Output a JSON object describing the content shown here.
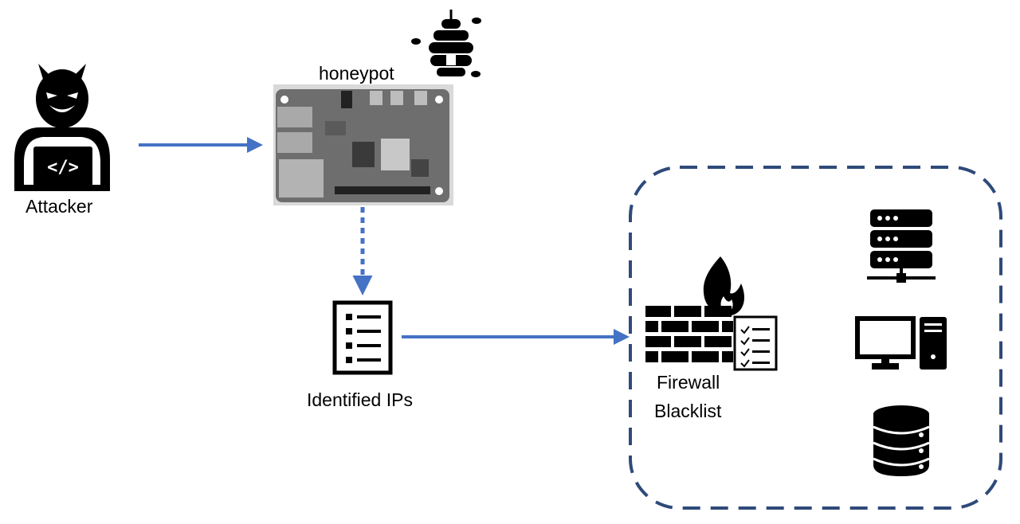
{
  "nodes": {
    "attacker": {
      "label": "Attacker",
      "icon": "hacker-icon",
      "code_glyph": "</>"
    },
    "honeypot": {
      "label": "honeypot",
      "icon": "raspberry-pi-board",
      "badge_icon": "beehive-icon"
    },
    "identified_ips": {
      "label": "Identified IPs",
      "icon": "list-document-icon"
    },
    "firewall": {
      "label_line1": "Firewall",
      "label_line2": "Blacklist",
      "icon": "firewall-icon",
      "badge_icon": "checklist-icon"
    },
    "network_assets": [
      "server-rack-icon",
      "desktop-computer-icon",
      "database-icon"
    ]
  },
  "edges": [
    {
      "from": "attacker",
      "to": "honeypot",
      "style": "solid"
    },
    {
      "from": "honeypot",
      "to": "identified_ips",
      "style": "dotted"
    },
    {
      "from": "identified_ips",
      "to": "firewall",
      "style": "solid"
    }
  ],
  "colors": {
    "arrow": "#4472C4",
    "boundary": "#2F4A7A",
    "icon": "#000000",
    "board": "#6E6E6E",
    "board_bg": "#D9D9D9"
  }
}
